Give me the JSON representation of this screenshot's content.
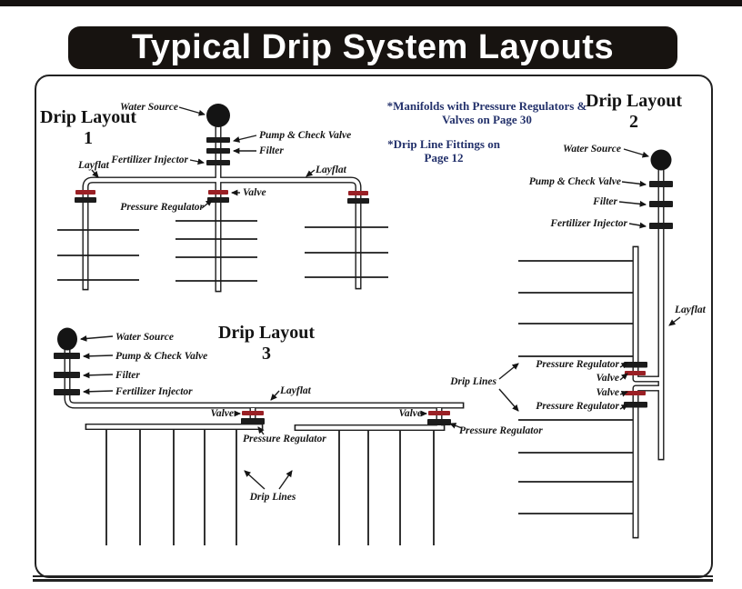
{
  "title": "Typical Drip System Layouts",
  "notes": {
    "manifolds_line1": "*Manifolds with Pressure Regulators &",
    "manifolds_line2": "Valves on Page 30",
    "fittings_line1": "*Drip Line Fittings on",
    "fittings_line2": "Page 12"
  },
  "labels": {
    "water_source": "Water Source",
    "pump_check_valve": "Pump & Check Valve",
    "filter": "Filter",
    "fertilizer_injector": "Fertilizer Injector",
    "layflat": "Layflat",
    "valve": "Valve",
    "pressure_regulator": "Pressure Regulator",
    "drip_lines": "Drip Lines"
  },
  "layouts": {
    "layout1": {
      "heading": "Drip Layout",
      "number": "1"
    },
    "layout2": {
      "heading": "Drip Layout",
      "number": "2"
    },
    "layout3": {
      "heading": "Drip Layout",
      "number": "3"
    }
  },
  "colors": {
    "valve_red": "#9a2025",
    "note_blue": "#23316b",
    "line_black": "#1c1c1c"
  }
}
